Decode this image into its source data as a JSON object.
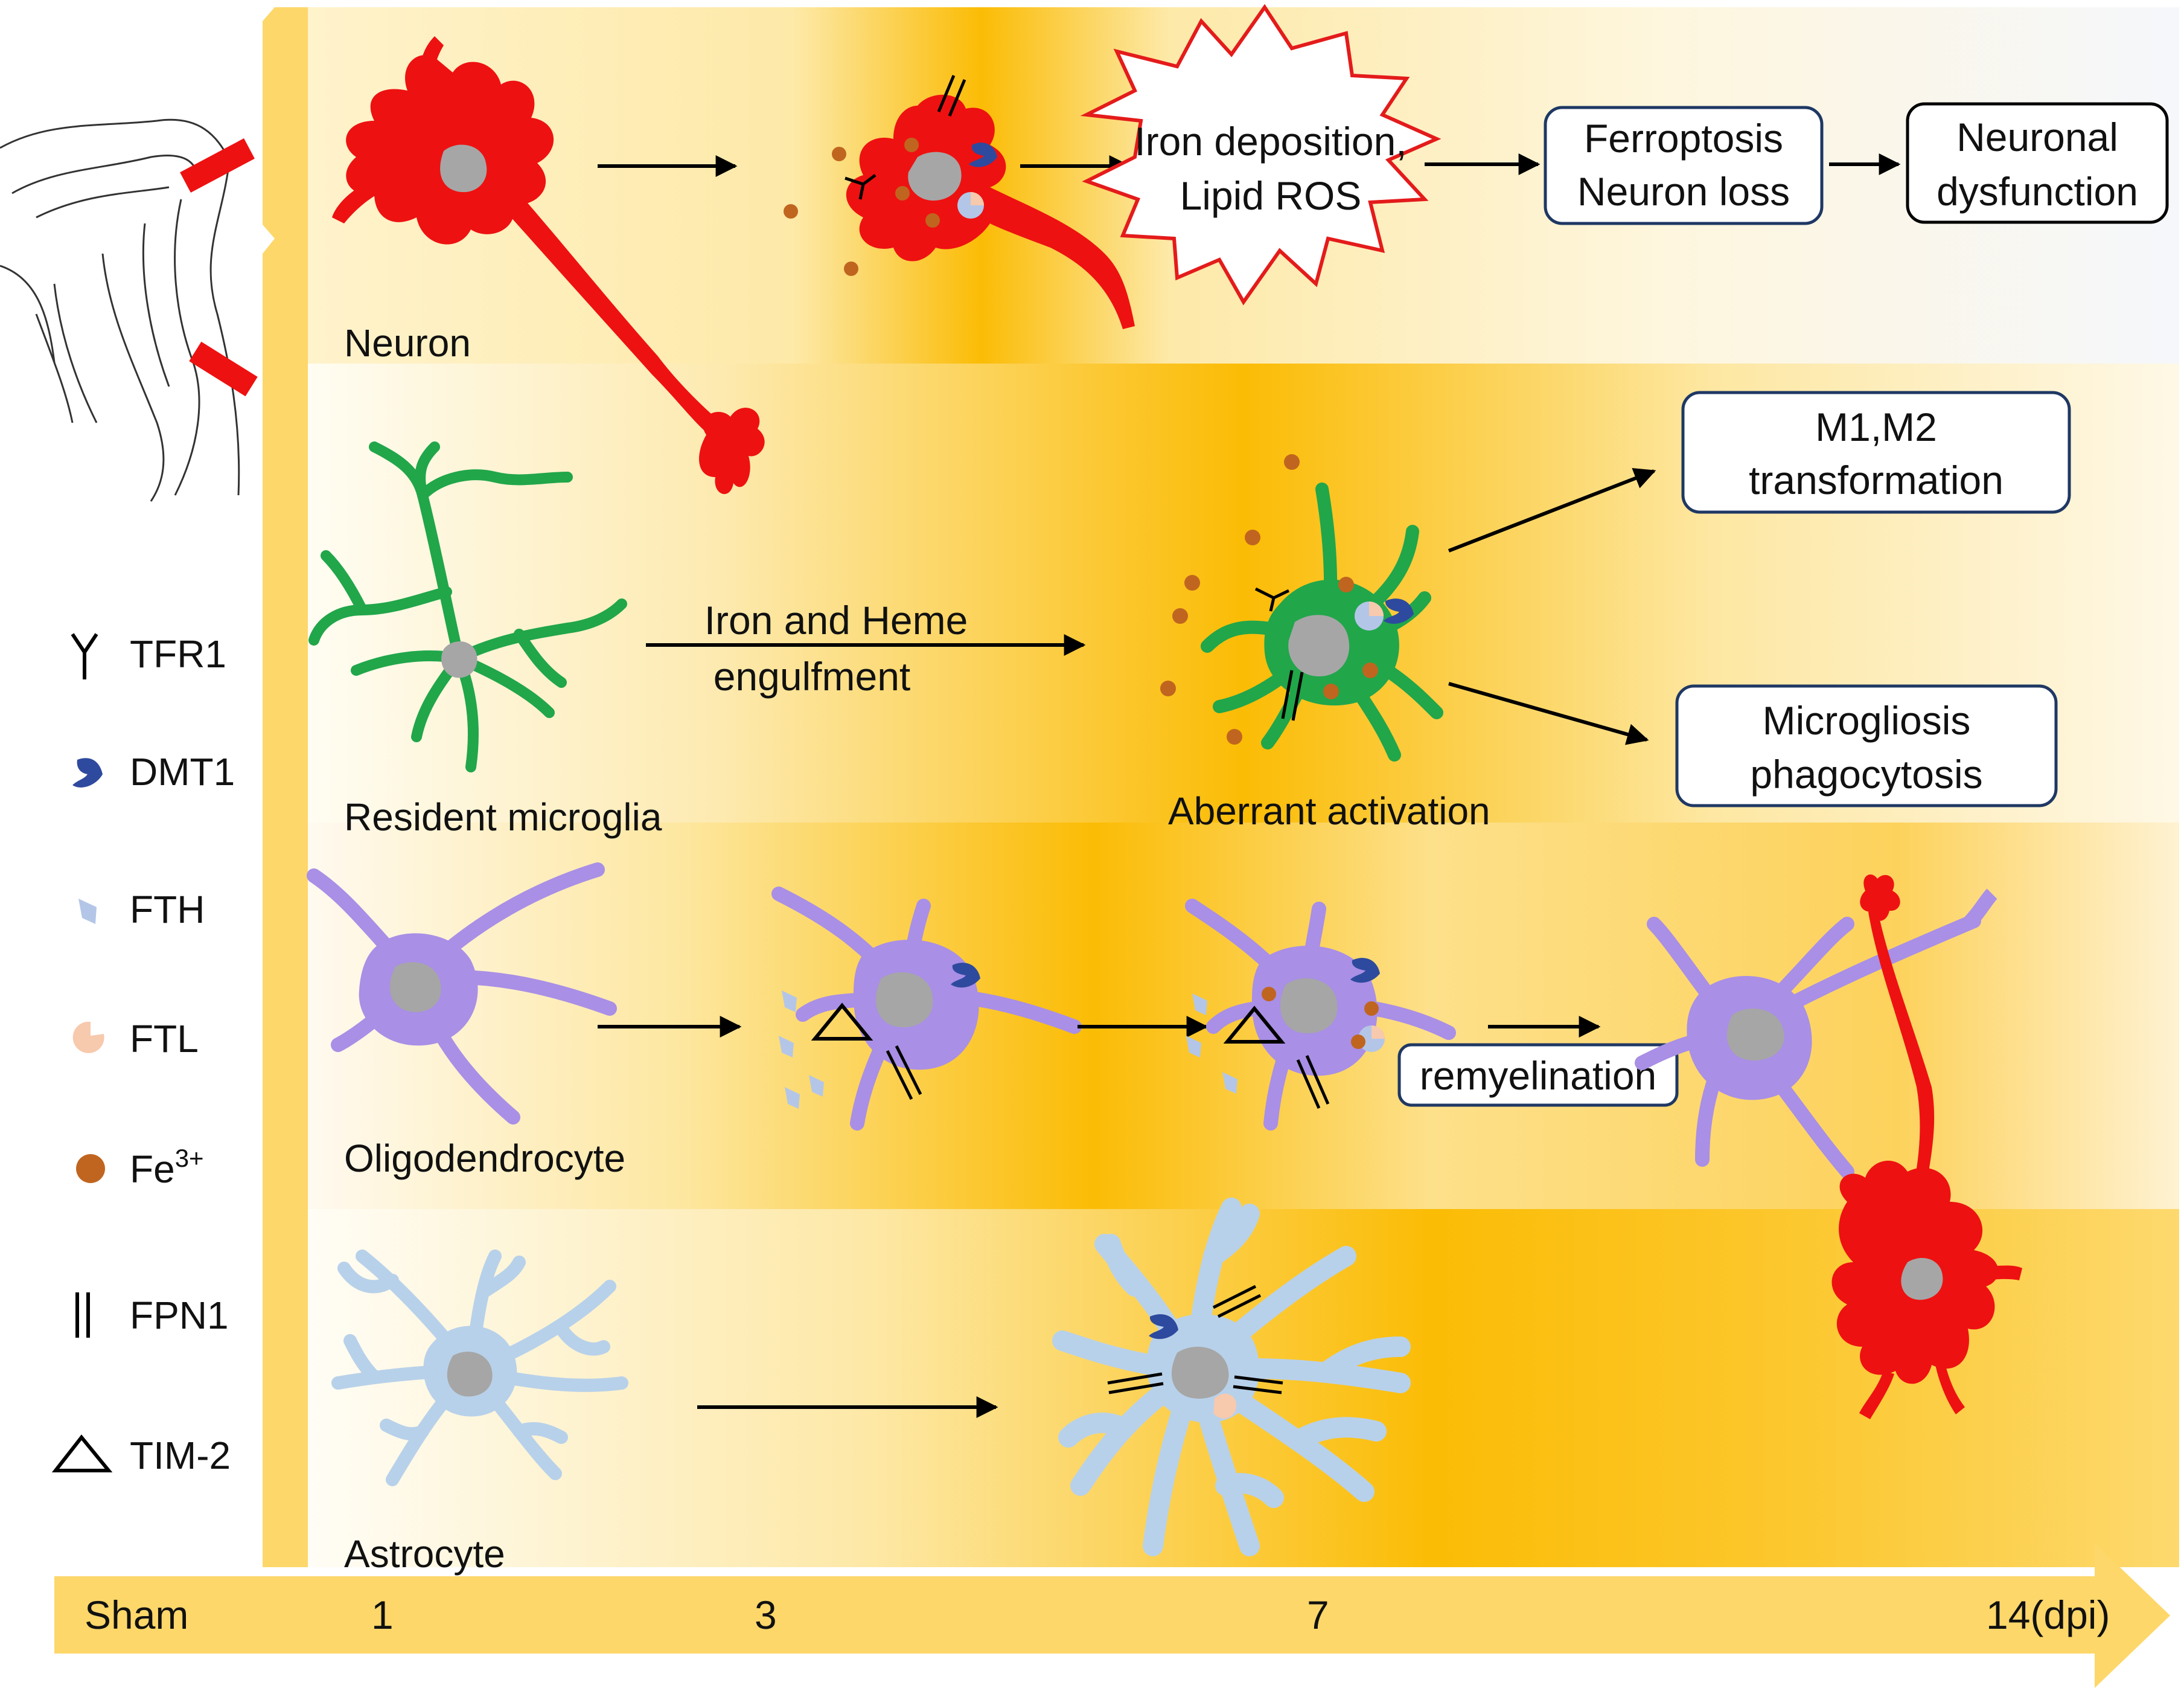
{
  "legend": {
    "items": [
      {
        "symbol": "tfr1-icon",
        "label": "TFR1"
      },
      {
        "symbol": "dmt1-icon",
        "label": "DMT1"
      },
      {
        "symbol": "fth-icon",
        "label": "FTH"
      },
      {
        "symbol": "ftl-icon",
        "label": "FTL"
      },
      {
        "symbol": "fe3-icon",
        "label": "Fe",
        "superscript": "3+"
      },
      {
        "symbol": "fpn1-icon",
        "label": "FPN1"
      },
      {
        "symbol": "tim2-icon",
        "label": "TIM-2"
      }
    ]
  },
  "rows": {
    "neuron": {
      "cell_label": "Neuron",
      "burst_line1": "Iron deposition,",
      "burst_line2": "Lipid ROS",
      "box1_line1": "Ferroptosis",
      "box1_line2": "Neuron loss",
      "box2_line1": "Neuronal",
      "box2_line2": "dysfunction"
    },
    "microglia": {
      "cell_label": "Resident microglia",
      "arrow_line1": "Iron and Heme",
      "arrow_line2": "engulfment",
      "activation_label": "Aberrant activation",
      "box1_line1": "M1,M2",
      "box1_line2": "transformation",
      "box2_line1": "Microgliosis",
      "box2_line2": "phagocytosis"
    },
    "oligodendrocyte": {
      "cell_label": "Oligodendrocyte",
      "box_label": "remyelination"
    },
    "astrocyte": {
      "cell_label": "Astrocyte"
    }
  },
  "timeline": {
    "ticks": [
      "Sham",
      "1",
      "3",
      "7",
      "14(dpi)"
    ]
  },
  "colors": {
    "neuron": "#ee1111",
    "microglia": "#21a64a",
    "oligodendrocyte": "#a98fe6",
    "astrocyte": "#b8d1ea",
    "nucleus": "#a6a6a6",
    "iron": "#c0651f",
    "dmt1": "#2e4a9e",
    "fth": "#b4c6e7",
    "ftl": "#f7c9ad",
    "gradient_peak": "#fbbc05",
    "timeline": "#fdd76a"
  }
}
